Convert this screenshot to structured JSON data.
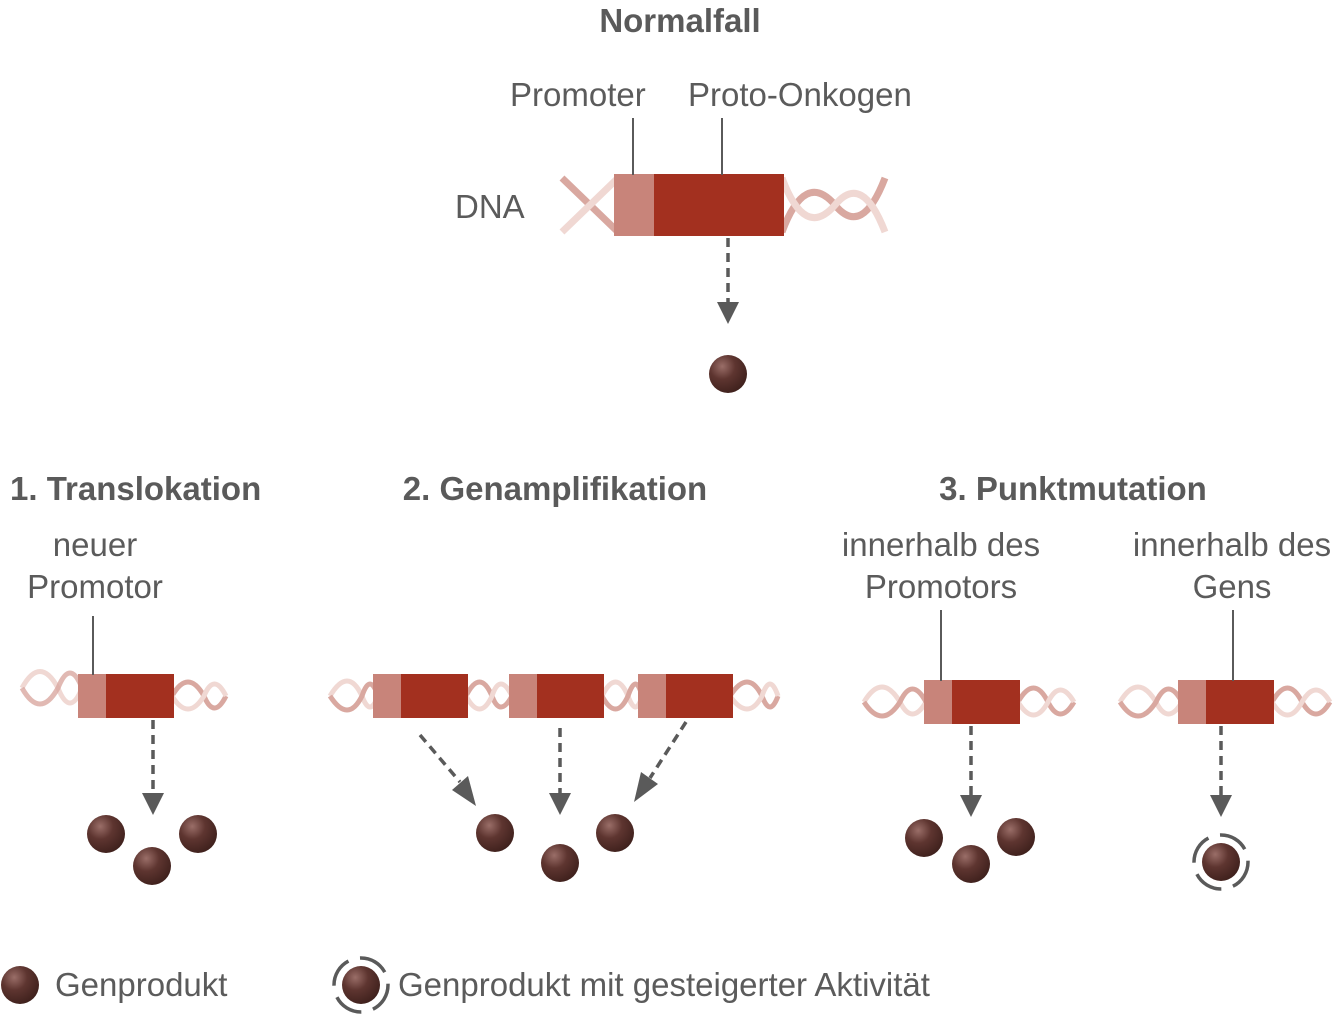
{
  "normal": {
    "title": "Normalfall",
    "promoter_label": "Promoter",
    "gene_label": "Proto-Onkogen",
    "dna_label": "DNA"
  },
  "translocation": {
    "title": "1. Translokation",
    "label_line1": "neuer",
    "label_line2": "Promotor"
  },
  "amplification": {
    "title": "2. Genamplifikation"
  },
  "point_mutation": {
    "title": "3. Punktmutation",
    "promoter_line1": "innerhalb des",
    "promoter_line2": "Promotors",
    "gene_line1": "innerhalb des",
    "gene_line2": "Gens"
  },
  "legend": {
    "product": "Genprodukt",
    "active_product": "Genprodukt mit gesteigerter Aktivität"
  },
  "colors": {
    "promoter": "#c8847a",
    "gene": "#a3301f",
    "dna_strand_dark": "#d9a8a0",
    "dna_strand_light": "#f0d8d3",
    "product": "#5a2f2a",
    "arrow": "#5a5a5a",
    "line": "#5a5a5a"
  }
}
